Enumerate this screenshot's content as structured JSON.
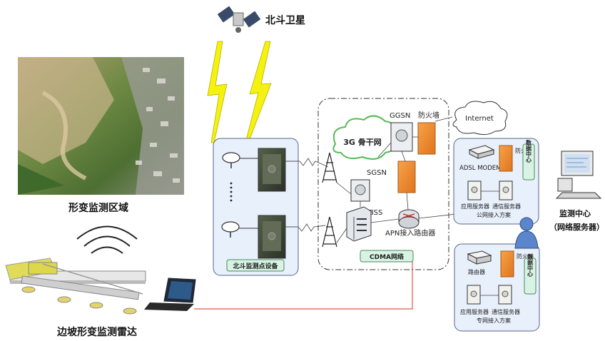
{
  "labels": {
    "satellite": "北斗卫星",
    "area": "形变监测区域",
    "radar": "边坡形变监测雷达",
    "beidou_device": "北斗监测点设备",
    "net3g": "3G 骨干网",
    "sgsn": "SGSN",
    "bss": "BSS",
    "ggsn": "GGSN",
    "firewall_top": "防火墙",
    "internet": "Internet",
    "apn_router": "APN接入路由器",
    "cdma": "CDMA网络",
    "adsl": "ADSL MODEM",
    "fw_vertical": "防火墙",
    "data_center": "数据中心",
    "app_server": "应用服务器",
    "comm_server": "通信服务器",
    "public_scheme": "公网接入方案",
    "router": "路由器",
    "private_scheme": "专网接入方案",
    "monitor_center": "监测中心",
    "network_server": "（网络服务器）"
  },
  "colors": {
    "firewall": "#f08a2a",
    "panel_fill": "#e8f0fb",
    "panel_stroke": "#556688",
    "lightning": "#f5f20f",
    "radar_line": "#e0564a",
    "cloud_fill": "#ffffff",
    "cloud_border": "#55bb55",
    "tag_fill": "#d8f3e4"
  }
}
